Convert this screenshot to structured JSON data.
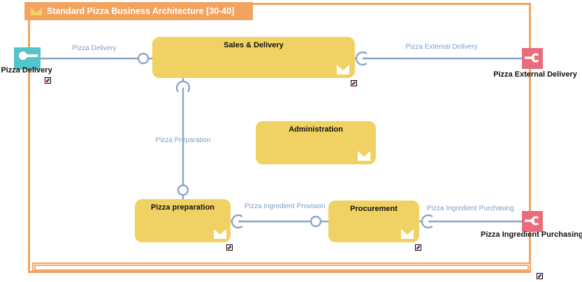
{
  "title": "Standard Pizza Business Architecture [30-40]",
  "colors": {
    "container_border": "#F3A360",
    "function_fill": "#F0D264",
    "provided_interface_icon": "#53C4CC",
    "required_interface_icon": "#E96C7C",
    "connector_line": "#8BA5C6",
    "connector_label_text": "#7E9DC8",
    "title_text": "#FFFFFF"
  },
  "functions": {
    "sales": {
      "label": "Sales & Delivery"
    },
    "administration": {
      "label": "Administration"
    },
    "preparation": {
      "label": "Pizza preparation"
    },
    "procurement": {
      "label": "Procurement"
    }
  },
  "external_interfaces": {
    "pizza_delivery": {
      "label": "Pizza Delivery",
      "type": "provided"
    },
    "pizza_external_delivery": {
      "label": "Pizza External Delivery",
      "type": "required"
    },
    "pizza_ingredient_purchasing": {
      "label": "Pizza Ingredient Purchasing",
      "type": "required"
    }
  },
  "connections": {
    "pizza_delivery": {
      "label": "Pizza Delivery"
    },
    "pizza_external_delivery": {
      "label": "Pizza External Delivery"
    },
    "pizza_preparation": {
      "label": "Pizza Preparation"
    },
    "pizza_ingredient_provision": {
      "label": "Pizza Ingredient Provision"
    },
    "pizza_ingredient_purchasing": {
      "label": "Pizza Ingredient Purchasing"
    }
  }
}
